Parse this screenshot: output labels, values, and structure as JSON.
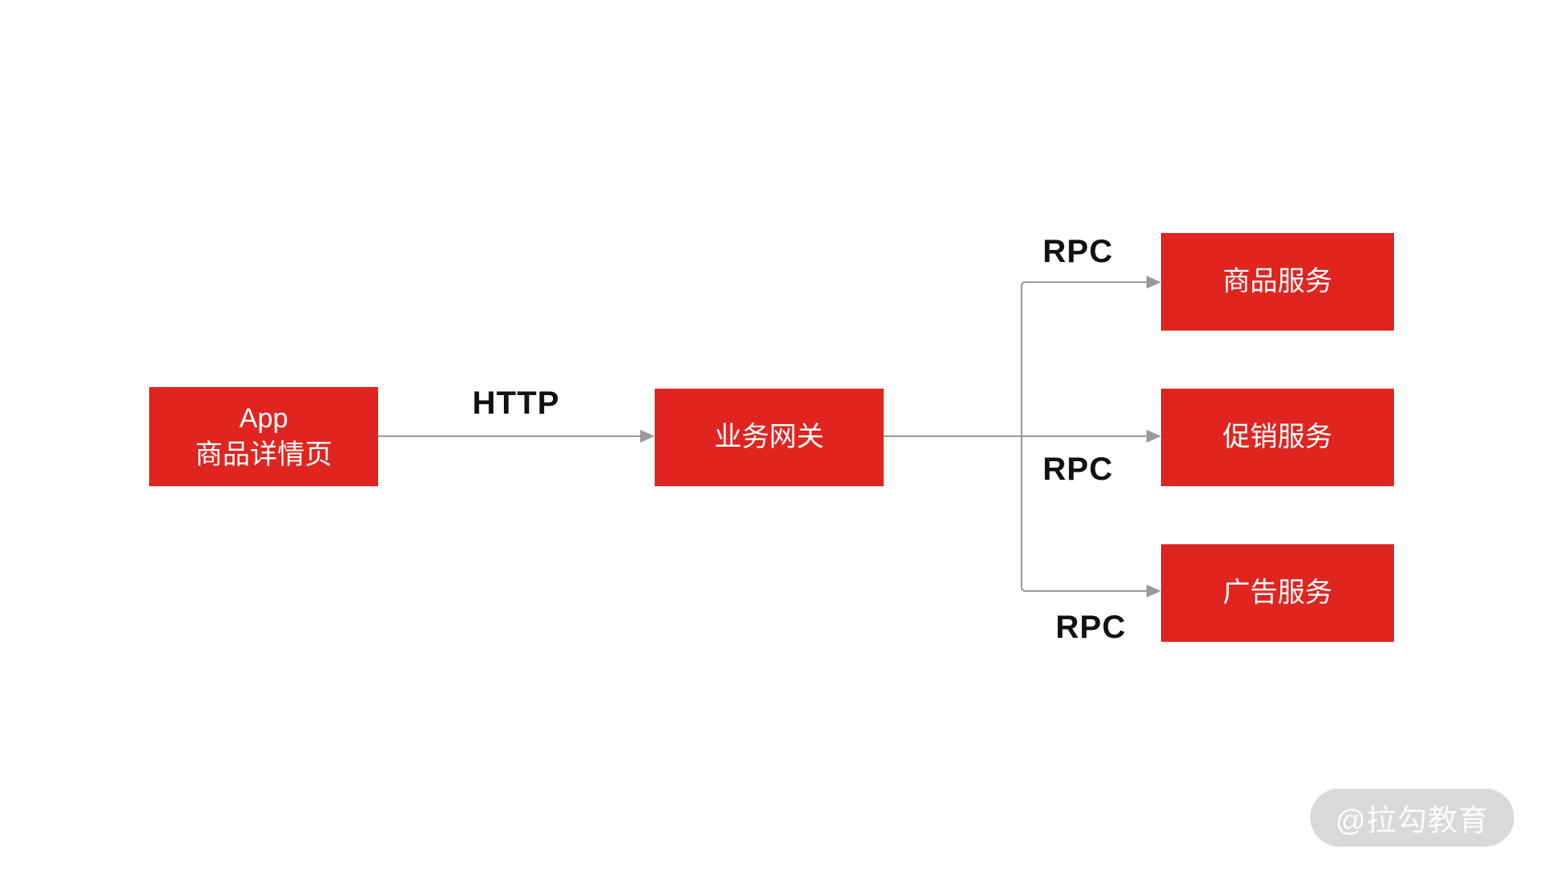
{
  "colors": {
    "node_bg": "#e02520",
    "node_text": "#ffffff",
    "connector": "#999999",
    "edge_label": "#111111",
    "watermark_bg": "#d9d9d9",
    "watermark_text": "#fbfbfb"
  },
  "diagram": {
    "nodes": {
      "app": {
        "line1": "App",
        "line2": "商品详情页"
      },
      "gateway": {
        "label": "业务网关"
      },
      "product": {
        "label": "商品服务"
      },
      "promotion": {
        "label": "促销服务"
      },
      "ad": {
        "label": "广告服务"
      }
    },
    "edge_labels": {
      "http": {
        "label": "HTTP"
      },
      "rpc_top": {
        "label": "RPC"
      },
      "rpc_mid": {
        "label": "RPC"
      },
      "rpc_bottom": {
        "label": "RPC"
      }
    }
  },
  "watermark": {
    "label": "@拉勾教育"
  }
}
